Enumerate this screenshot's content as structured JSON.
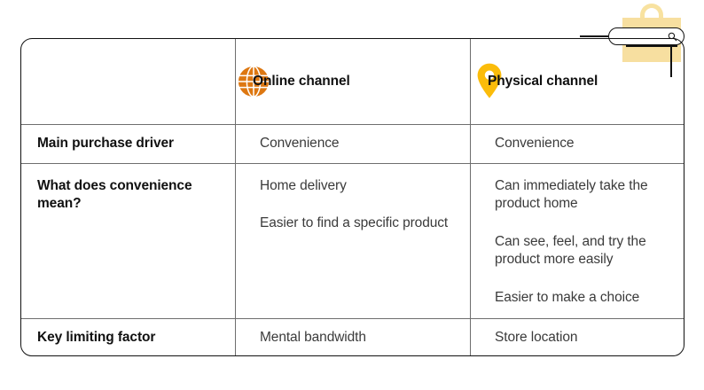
{
  "decoration": {
    "bag_icon": "shopping-bag-icon",
    "search_icon": "search-icon",
    "bag_color": "#F7DFA0",
    "strip_color": "#111111"
  },
  "colors": {
    "globe": "#DD7711",
    "pin": "#FBBC0A",
    "border": "#111111",
    "grid": "#6e6e6e",
    "label_text": "#111111",
    "body_text": "#3b3b3b"
  },
  "table": {
    "columns": [
      {
        "key": "criterion",
        "label": "",
        "icon": ""
      },
      {
        "key": "online",
        "label": "Online channel",
        "icon": "globe-icon"
      },
      {
        "key": "physical",
        "label": "Physical channel",
        "icon": "map-pin-icon"
      }
    ],
    "rows": [
      {
        "label": "Main purchase driver",
        "online": [
          "Convenience"
        ],
        "physical": [
          "Convenience"
        ]
      },
      {
        "label": "What does convenience mean?",
        "online": [
          "Home delivery",
          "Easier to find a specific product"
        ],
        "physical": [
          "Can immediately take the product home",
          "Can see, feel, and try the product more easily",
          "Easier to make a choice"
        ]
      },
      {
        "label": "Key limiting factor",
        "online": [
          "Mental bandwidth"
        ],
        "physical": [
          "Store location"
        ]
      }
    ]
  }
}
